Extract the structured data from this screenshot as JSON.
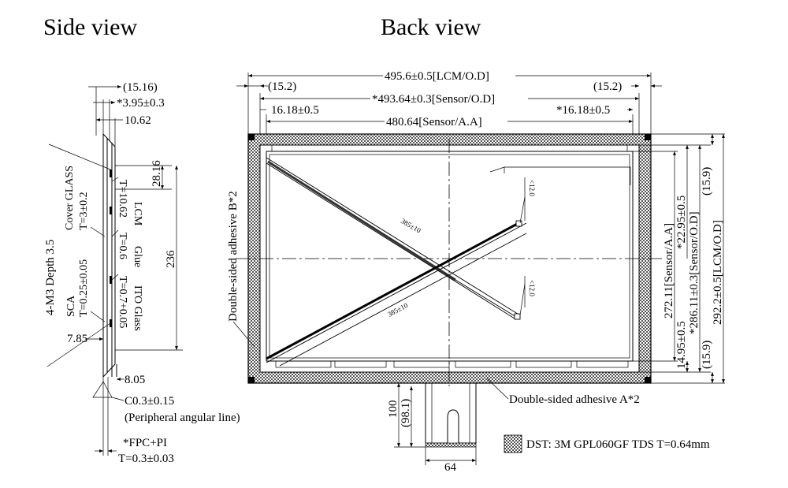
{
  "titles": {
    "side_view": "Side view",
    "back_view": "Back view"
  },
  "side": {
    "dim_15_16": "(15.16)",
    "dim_3_95": "*3.95±0.3",
    "dim_10_62": "10.62",
    "depth": "4-M3  Depth  3.5",
    "cover_glass": "Cover GLASS",
    "cover_glass_t": "T=3±0.2",
    "sca": "SCA",
    "sca_t": "T=0.25±0.05",
    "lcm_t": "T=10.62",
    "lcm": "LCM",
    "glue_t": "T=0.6",
    "glue": "Glue",
    "ito_t": "T=0.7+0.05",
    "ito": "ITO Glass",
    "dim_28_16": "28.16",
    "dim_236": "236",
    "dim_7_85": "7.85",
    "dim_8_05": "8.05",
    "dim_c03": "C0.3±0.15",
    "peripheral": "(Peripheral angular line)",
    "fpc": "*FPC+PI",
    "fpc_t": "T=0.3±0.03"
  },
  "back": {
    "lcm_od": "495.6±0.5[LCM/O.D]",
    "left_15_2": "(15.2)",
    "right_15_2": "(15.2)",
    "sensor_od": "*493.64±0.3[Sensor/O.D]",
    "left_16_18": "16.18±0.5",
    "right_16_18": "*16.18±0.5",
    "sensor_aa": "480.64[Sensor/A.A]",
    "diag1": "385±10",
    "diag2": "385±10",
    "tail1": "<12.0",
    "tail2": "<12.0",
    "dsa_b": "Double-sided adhesive B*2",
    "dsa_a": "Double-sided adhesive A*2",
    "v_272": "272.11[Sensor/A.A]",
    "v_22_95": "*22.95±0.5",
    "v_14_95": "14.95±0.5",
    "v_286": "*286.11±0.3[Sensor/O.D]",
    "v_15_9_top": "(15.9)",
    "v_292": "292.2±0.5[LCM/O.D]",
    "v_15_9_bot": "(15.9)",
    "fpc_100": "100",
    "fpc_98": "(98.1)",
    "fpc_64": "64",
    "dst": "DST: 3M GPL060GF TDS T=0.64mm"
  }
}
